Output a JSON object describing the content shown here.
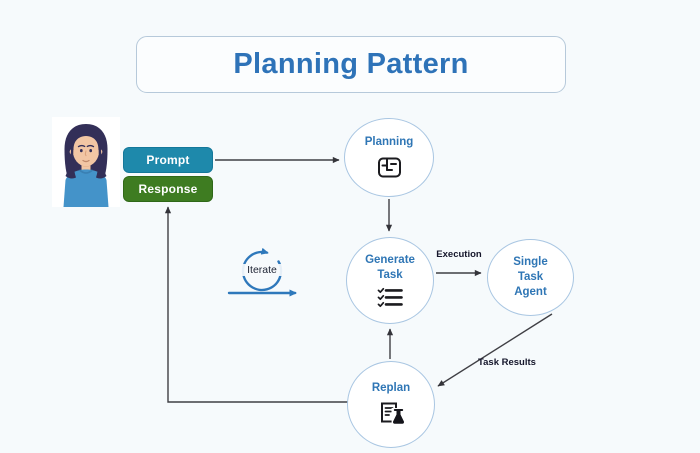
{
  "title": {
    "text": "Planning Pattern"
  },
  "user": {
    "prompt_label": "Prompt",
    "response_label": "Response"
  },
  "nodes": {
    "planning": {
      "label": "Planning",
      "icon": "plan-board-icon"
    },
    "generate_task": {
      "label": "Generate Task",
      "icon": "checklist-icon"
    },
    "single_task_agent": {
      "label": "Single Task Agent"
    },
    "replan": {
      "label": "Replan",
      "icon": "experiment-report-icon"
    }
  },
  "edge_labels": {
    "execution": "Execution",
    "task_results": "Task Results",
    "iterate": "Iterate"
  },
  "colors": {
    "background": "#f6fafc",
    "title_blue": "#2e73b8",
    "node_border": "#a9c6e2",
    "node_text": "#2f76b5",
    "prompt_bg": "#1e89ab",
    "response_bg": "#3e7c21",
    "arrow": "#3f3f44",
    "iterate_blue": "#2e78bb",
    "icon_ink": "#1b1b1f"
  }
}
